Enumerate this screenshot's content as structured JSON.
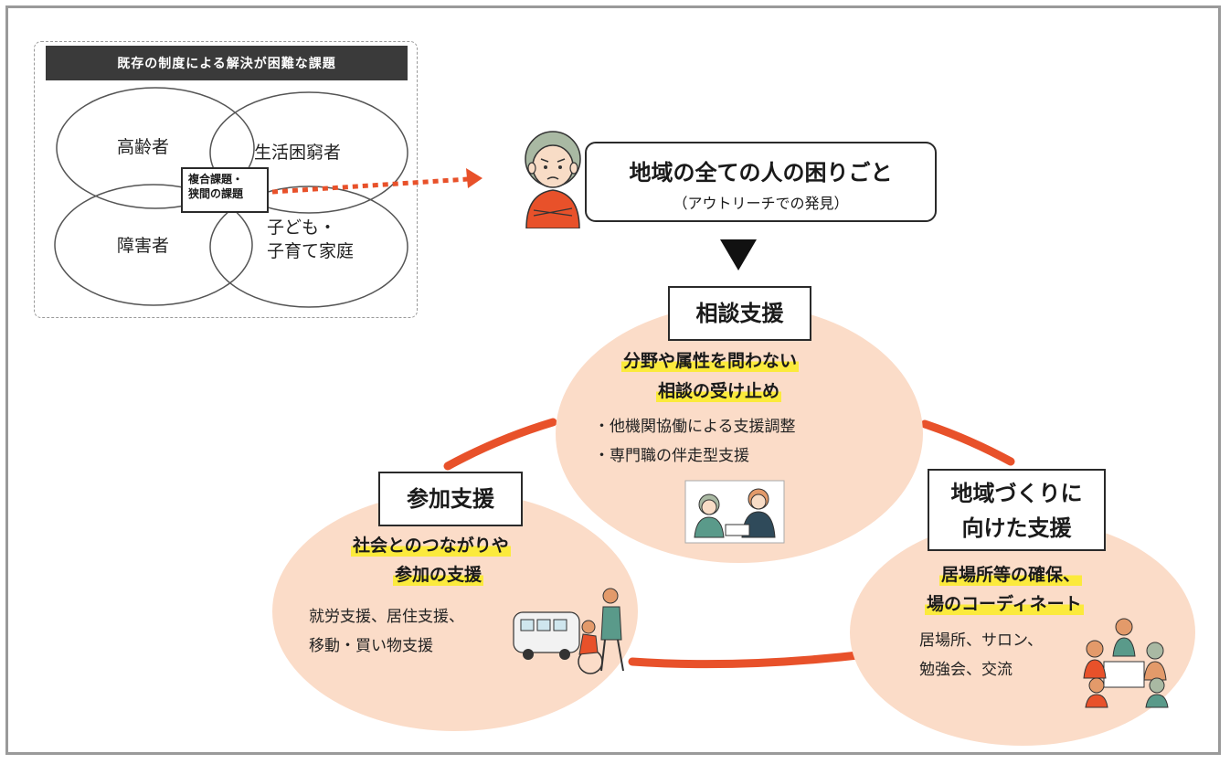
{
  "venn": {
    "header": "既存の制度による解決が困難な課題",
    "sets": [
      "高齢者",
      "生活困窮者",
      "障害者",
      "子ども・",
      "子育て家庭"
    ],
    "overlap_line1": "複合課題・",
    "overlap_line2": "狭間の課題"
  },
  "community": {
    "title": "地域の全ての人の困りごと",
    "subtitle": "（アウトリーチでの発見）"
  },
  "consultation": {
    "label": "相談支援",
    "highlight1": "分野や属性を問わない",
    "highlight2": "相談の受け止め",
    "bullet1": "・他機関協働による支援調整",
    "bullet2": "・専門職の伴走型支援"
  },
  "participation": {
    "label": "参加支援",
    "highlight1": "社会とのつながりや",
    "highlight2": "参加の支援",
    "line1": "就労支援、居住支援、",
    "line2": "移動・買い物支援"
  },
  "community_building": {
    "label_line1": "地域づくりに",
    "label_line2": "向けた支援",
    "highlight1": "居場所等の確保、",
    "highlight2": "場のコーディネート",
    "line1": "居場所、サロン、",
    "line2": "勉強会、交流"
  },
  "colors": {
    "accent": "#e8512a",
    "blob": "#fbdcc8",
    "highlight": "#fbea3c"
  }
}
